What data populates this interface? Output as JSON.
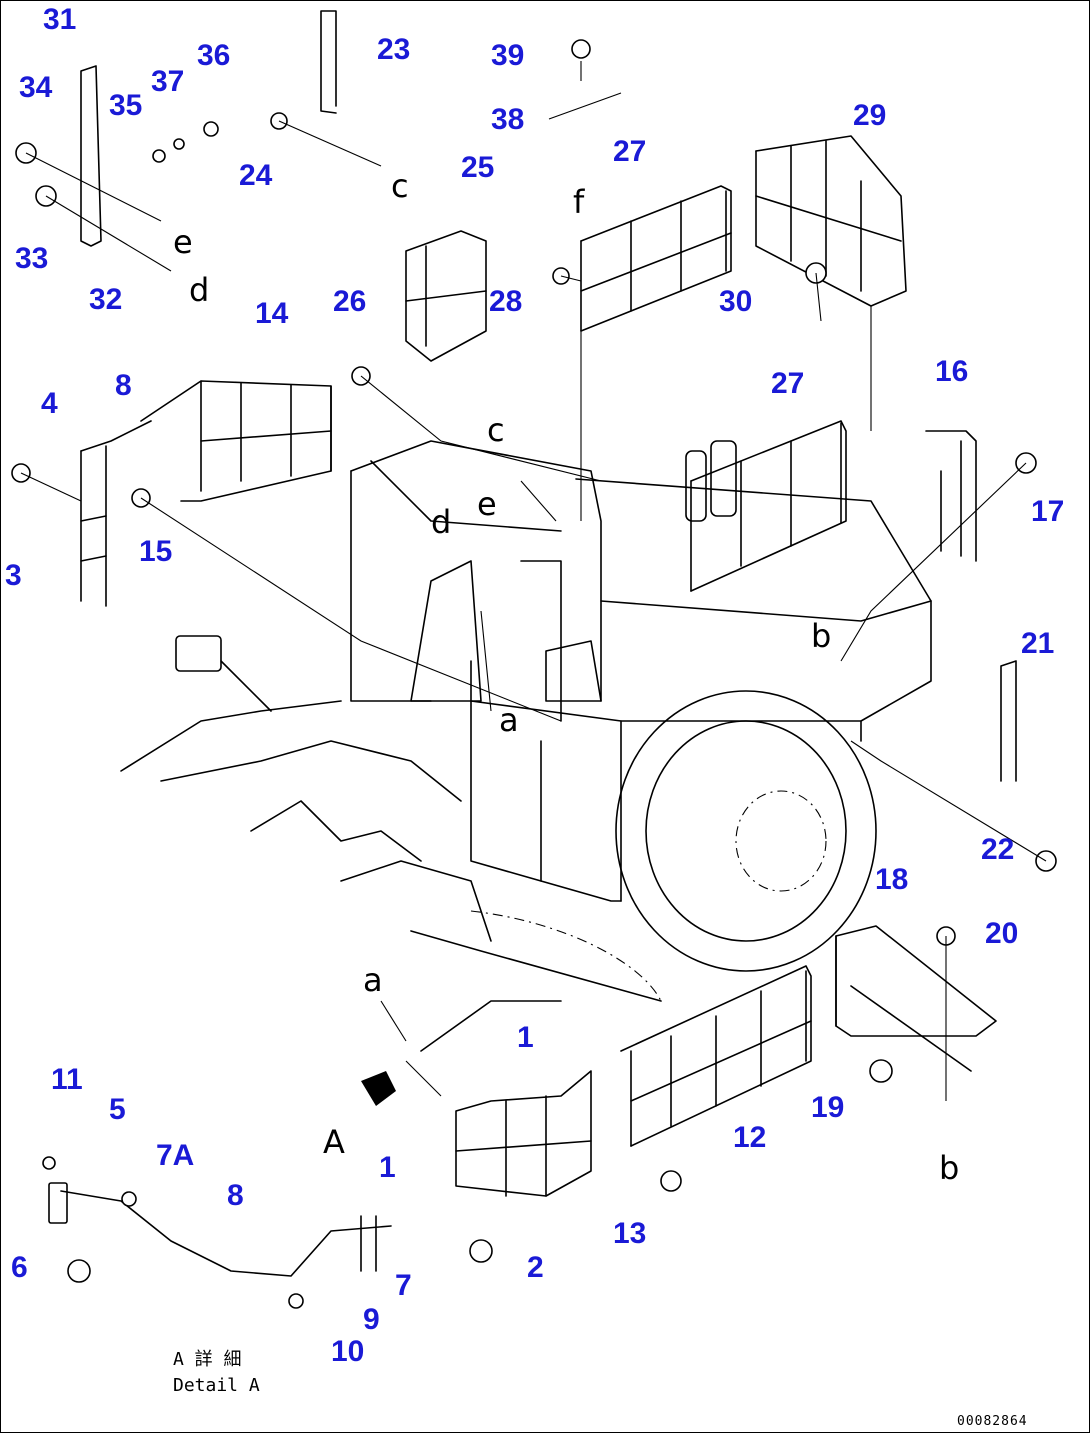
{
  "callouts": [
    "31",
    "34",
    "35",
    "37",
    "36",
    "33",
    "32",
    "23",
    "24",
    "39",
    "38",
    "27",
    "29",
    "25",
    "28",
    "30",
    "14",
    "26",
    "4",
    "8",
    "3",
    "15",
    "27",
    "16",
    "17",
    "21",
    "22",
    "18",
    "20",
    "19",
    "1",
    "12",
    "13",
    "2",
    "11",
    "5",
    "7A",
    "8",
    "1",
    "6",
    "7",
    "9",
    "10"
  ],
  "letters": [
    "e",
    "d",
    "c",
    "f",
    "c",
    "e",
    "d",
    "b",
    "a",
    "a",
    "b",
    "A"
  ],
  "caption": {
    "japanese": "A 詳 細",
    "english": "Detail A"
  },
  "doc_number": "00082864"
}
